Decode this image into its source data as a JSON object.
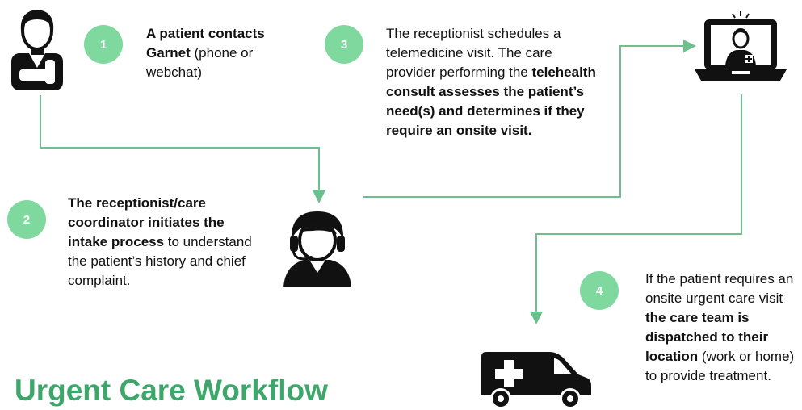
{
  "title": "Urgent Care Workflow",
  "colors": {
    "accent": "#7fd99f",
    "title": "#3da66a",
    "line": "#6cc08b"
  },
  "steps": [
    {
      "number": "1",
      "bold": "A patient contacts Garnet",
      "rest": " (phone or webchat)"
    },
    {
      "number": "2",
      "bold": "The receptionist/care coordinator initiates the intake process",
      "rest": " to understand the patient’s history and chief complaint."
    },
    {
      "number": "3",
      "pre": "The receptionist schedules a telemedicine visit. The care provider performing the ",
      "bold": "telehealth consult assesses the patient’s need(s) and determines if they require an onsite visit."
    },
    {
      "number": "4",
      "pre": "If the patient requires an onsite urgent care visit ",
      "bold1": "the care team is dispatched to their location",
      "rest": " (work or home) to provide treatment."
    }
  ],
  "icons": [
    "patient-icon",
    "receptionist-icon",
    "laptop-doctor-icon",
    "ambulance-icon"
  ]
}
